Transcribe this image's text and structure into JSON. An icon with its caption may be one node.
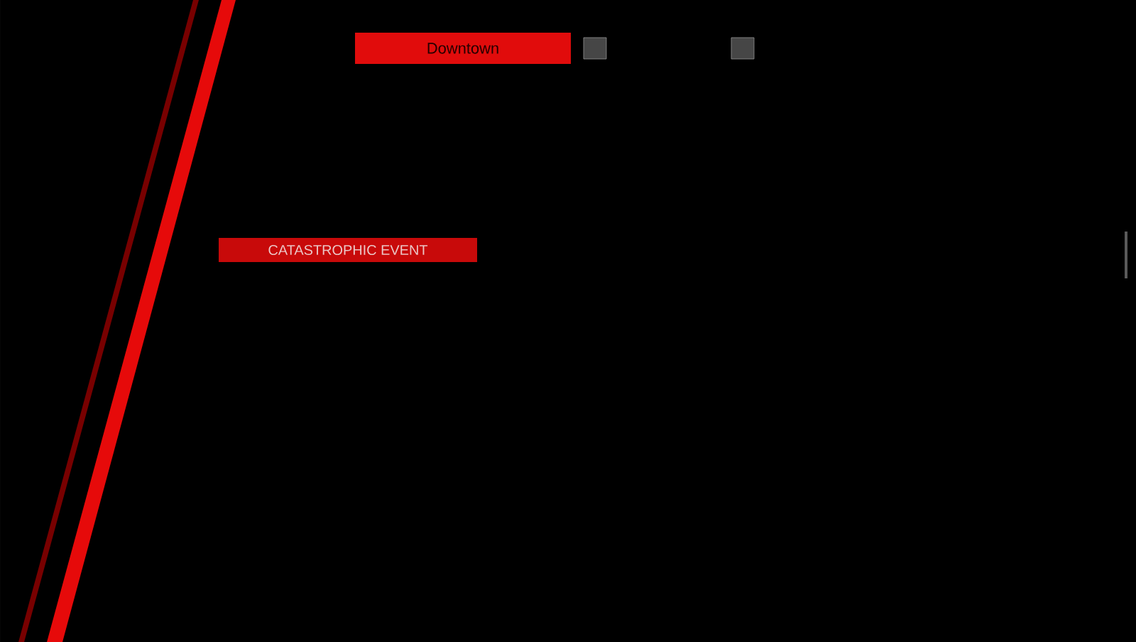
{
  "diagram": {
    "nodes": [
      {
        "text": [
          "Downtown"
        ]
      },
      {
        "text": [],
        "shape": "box"
      },
      {
        "text": [],
        "shape": "box"
      },
      {
        "text": [
          "CATASTROPHIC EVENT"
        ]
      }
    ]
  }
}
